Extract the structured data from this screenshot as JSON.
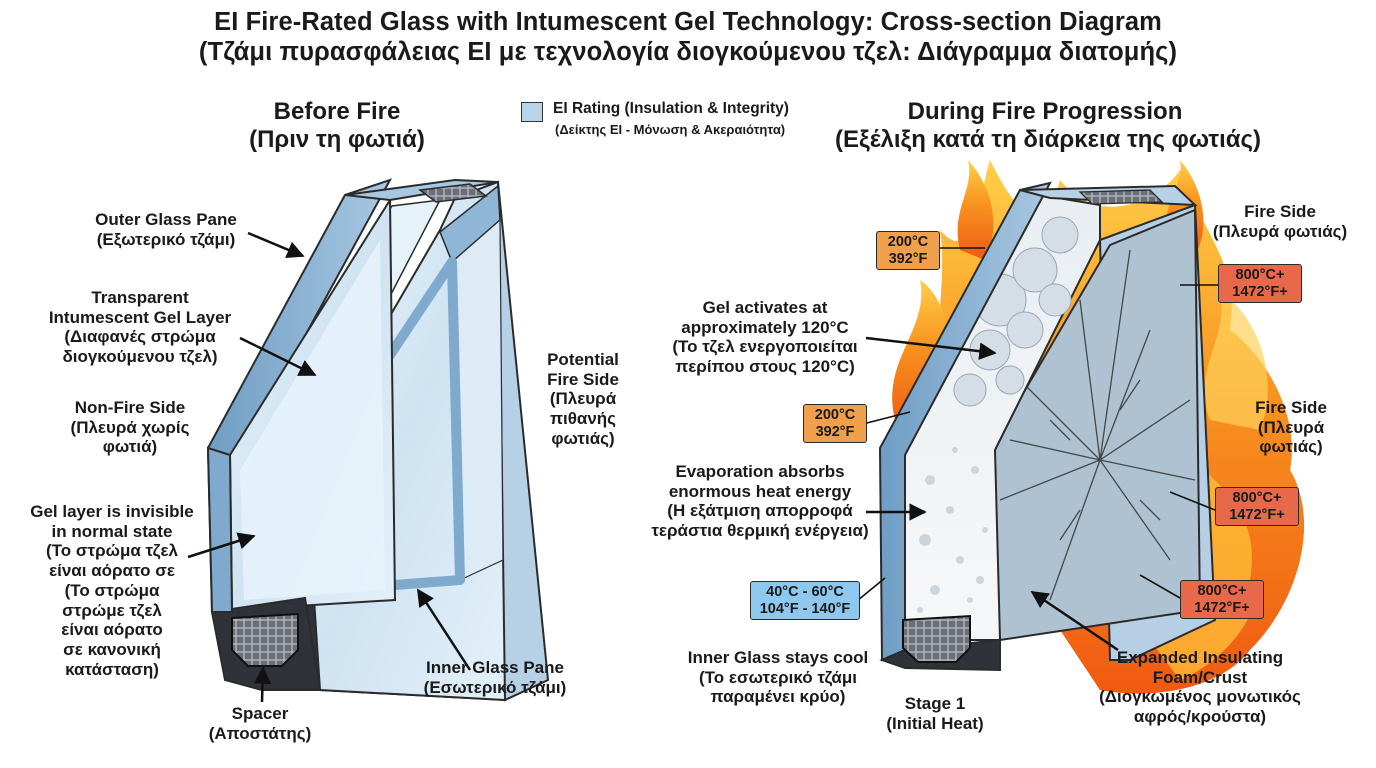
{
  "title": {
    "line1": "EI Fire-Rated Glass with Intumescent Gel Technology: Cross-section Diagram",
    "line2": "(Τζάμι πυρασφάλειας EI με τεχνολογία διογκούμενου τζελ: Διάγραμμα διατομής)"
  },
  "before": {
    "heading": "Before Fire",
    "heading_gr": "(Πριν τη φωτιά)",
    "labels": {
      "outer_pane": [
        "Outer Glass Pane",
        "(Εξωτερικό τζάμι)"
      ],
      "gel_layer": [
        "Transparent",
        "Intumescent Gel Layer",
        "(Διαφανές στρώμα",
        "διογκούμενου τζελ)"
      ],
      "non_fire_side": [
        "Non-Fire Side",
        "(Πλευρά χωρίς",
        "φωτιά)"
      ],
      "gel_invisible": [
        "Gel layer is invisible",
        "in normal state",
        "(Το στρώμα τζελ",
        "είναι αόρατο σε",
        "(Το στρώμα",
        "στρώμε τζελ",
        "είναι αόρατο",
        "σε κανονική",
        "κατάσταση)"
      ],
      "spacer": [
        "Spacer",
        "(Αποστάτης)"
      ],
      "inner_pane": [
        "Inner Glass Pane",
        "(Εσωτερικό τζάμι)"
      ],
      "potential_fire_side": [
        "Potential",
        "Fire Side",
        "(Πλευρά",
        "πιθανής",
        "φωτιάς)"
      ]
    }
  },
  "legend": {
    "label": "EI Rating (Insulation & Integrity)",
    "label_gr": "(Δείκτης EI - Μόνωση & Ακεραιότητα)",
    "swatch_color": "#b9d3e8"
  },
  "during": {
    "heading": "During Fire Progression",
    "heading_gr": "(Εξέλιξη κατά τη διάρκεια της φωτιάς)",
    "labels": {
      "fire_side_top": [
        "Fire Side",
        "(Πλευρά φωτιάς)"
      ],
      "fire_side_right": [
        "Fire Side",
        "(Πλευρά",
        "φωτιάς)"
      ],
      "gel_activates": [
        "Gel activates at",
        "approximately 120°C",
        "(Το τζελ ενεργοποιείται",
        "περίπου στους 120°C)"
      ],
      "evaporation": [
        "Evaporation absorbs",
        "enormous heat energy",
        "(Η εξάτμιση απορροφά",
        "τεράστια θερμική ενέργεια)"
      ],
      "inner_cool": [
        "Inner Glass stays cool",
        "(Το εσωτερικό τζάμι",
        "παραμένει κρύο)"
      ],
      "stage": [
        "Stage 1",
        "(Initial Heat)"
      ],
      "foam": [
        "Expanded Insulating",
        "Foam/Crust",
        "(Διογκωμένος μονωτικός",
        "αφρός/κρούστα)"
      ]
    },
    "temps": {
      "t200a": [
        "200°C",
        "392°F"
      ],
      "t200b": [
        "200°C",
        "392°F"
      ],
      "t800a": [
        "800°C+",
        "1472°F+"
      ],
      "t800b": [
        "800°C+",
        "1472°F+"
      ],
      "t800c": [
        "800°C+",
        "1472°F+"
      ],
      "t40": [
        "40°C - 60°C",
        "104°F - 140°F"
      ]
    }
  },
  "colors": {
    "glass_frame": "#7fa9cd",
    "glass_fill": "#d7e9f6",
    "spacer_dark": "#3a3f47",
    "temp_orange": "#f0a04b",
    "temp_red": "#e8684a",
    "temp_blue": "#8ec8ee",
    "flame_orange": "#f07a1e",
    "flame_yellow": "#ffc23a"
  }
}
